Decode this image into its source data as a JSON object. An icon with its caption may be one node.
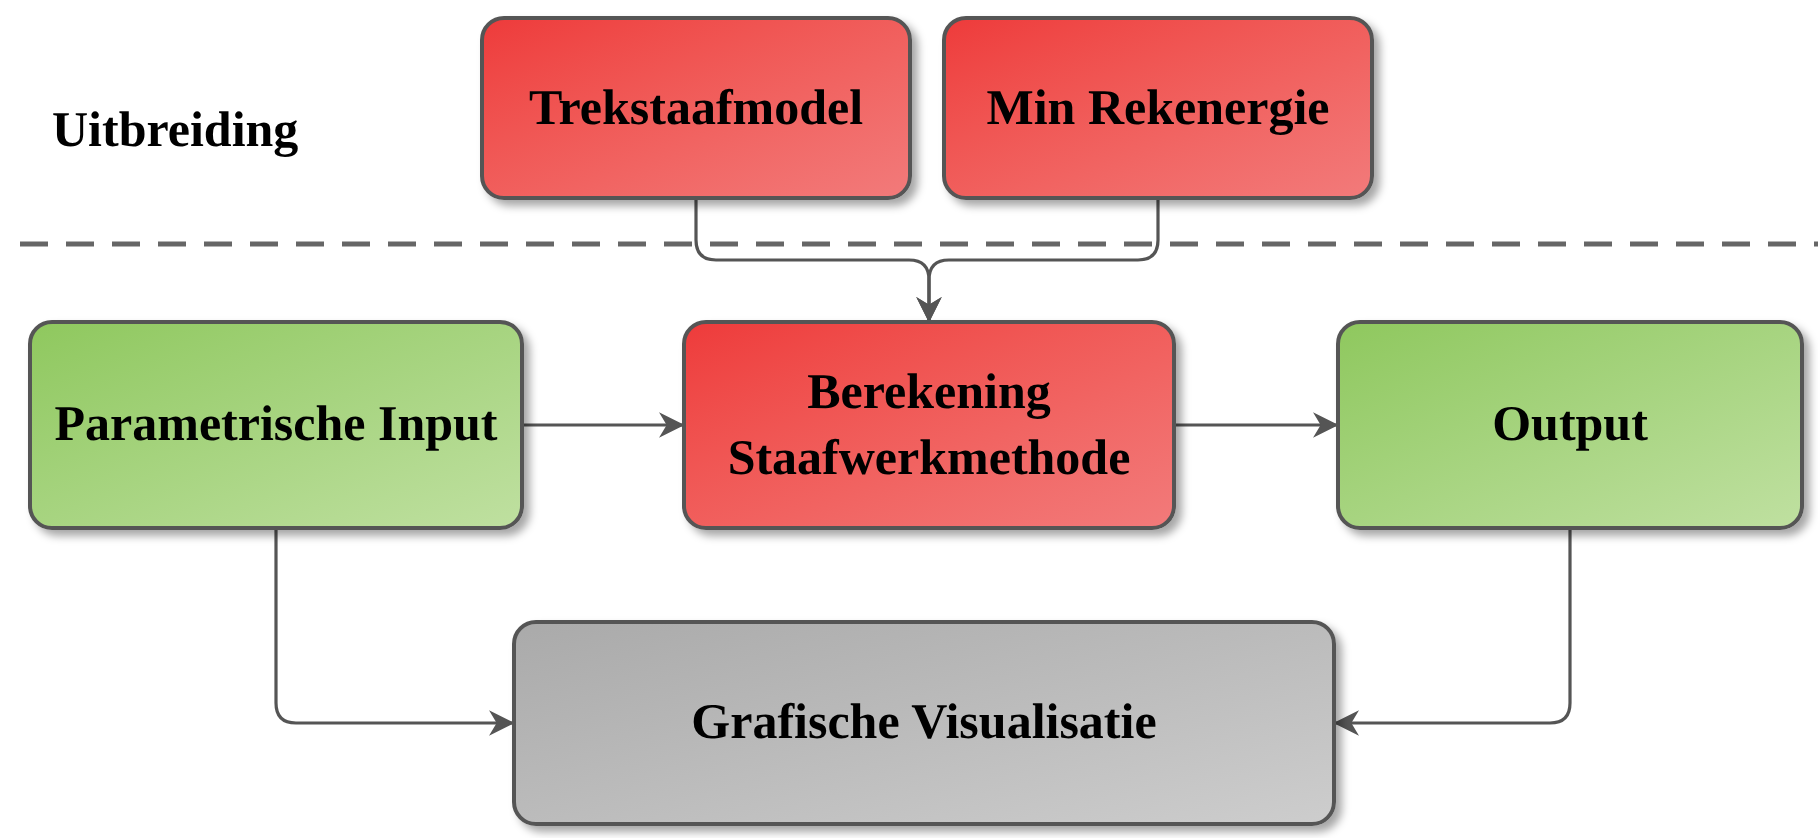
{
  "diagram": {
    "nodes": [
      {
        "text": [
          "Trekstaafmodel"
        ]
      },
      {
        "text": [
          "Min Rekenergie"
        ]
      },
      {
        "text": [
          "Parametrische Input"
        ]
      },
      {
        "text": [
          "Berekening Staafwerkmethode"
        ]
      },
      {
        "text": [
          "Output"
        ]
      },
      {
        "text": [
          "Grafische Visualisatie"
        ]
      }
    ],
    "edges": [
      {
        "from": 0,
        "to": 3,
        "arrow": "to"
      },
      {
        "from": 1,
        "to": 3,
        "arrow": "to"
      },
      {
        "from": 2,
        "to": 3,
        "arrow": "to"
      },
      {
        "from": 3,
        "to": 4,
        "arrow": "to"
      },
      {
        "from": 2,
        "to": 5,
        "arrow": "to"
      },
      {
        "from": 4,
        "to": 5,
        "arrow": "to"
      }
    ],
    "labels": [
      "Uitbreiding"
    ]
  }
}
